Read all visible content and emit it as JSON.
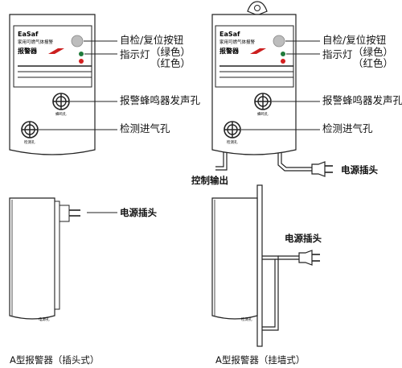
{
  "device_a_front": {
    "brand": "EaSaf",
    "subtitle": "家用可燃气体报警",
    "name": "报警器",
    "sound_hole_label": "蜂鸣孔",
    "sensor_hole_label": "检测孔"
  },
  "device_b_front": {
    "brand": "EaSaf",
    "subtitle": "家用可燃气体报警",
    "name": "报警器",
    "sound_hole_label": "蜂鸣孔",
    "sensor_hole_label": "检测孔"
  },
  "callouts": {
    "test_reset_button": "自检/复位按钮",
    "indicator_light": "指示灯",
    "green": "（绿色）",
    "red": "（红色）",
    "buzzer_hole": "报警蜂鸣器发声孔",
    "detection_inlet": "检测进气孔",
    "power_plug_b": "电源插头",
    "control_output": "控制输出",
    "power_plug_side_a": "电源插头",
    "power_plug_side_b": "电源插头"
  },
  "side_a": {
    "bottom_label": "电源孔"
  },
  "side_b": {
    "bottom_label": "检测孔"
  },
  "captions": {
    "type_a": "A型报警器（插头式）",
    "type_b": "A型报警器（挂墙式）"
  },
  "colors": {
    "led_green": "#1f7a3a",
    "led_red": "#d42020",
    "badge_red": "#cc1f1f",
    "button_grey": "#bdbdbd",
    "outline": "#222222"
  }
}
